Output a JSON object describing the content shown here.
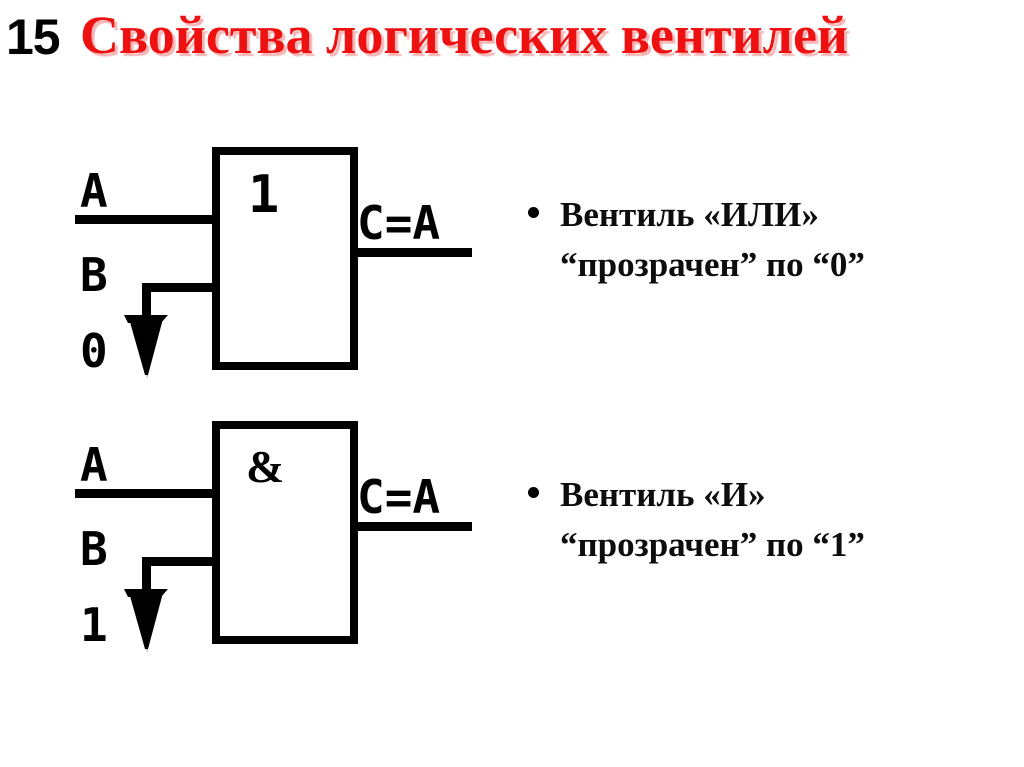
{
  "slide": {
    "number": "15",
    "title": "Свойства логических вентилей",
    "title_color": "#ee1111",
    "number_color": "#000000",
    "background_color": "#ffffff"
  },
  "diagrams": [
    {
      "id": "or-gate",
      "symbol": "1",
      "input_a_label": "A",
      "input_b_label": "B",
      "forced_value_label": "0",
      "output_label": "C=A"
    },
    {
      "id": "and-gate",
      "symbol": "&",
      "input_a_label": "A",
      "input_b_label": "B",
      "forced_value_label": "1",
      "output_label": "C=A"
    }
  ],
  "bullets": [
    {
      "marker": "bullet-dot",
      "line1": "Вентиль «ИЛИ»",
      "line2": "“прозрачен” по “0”"
    },
    {
      "marker": "bullet-dot",
      "line1": "Вентиль «И»",
      "line2": "“прозрачен” по “1”"
    }
  ]
}
